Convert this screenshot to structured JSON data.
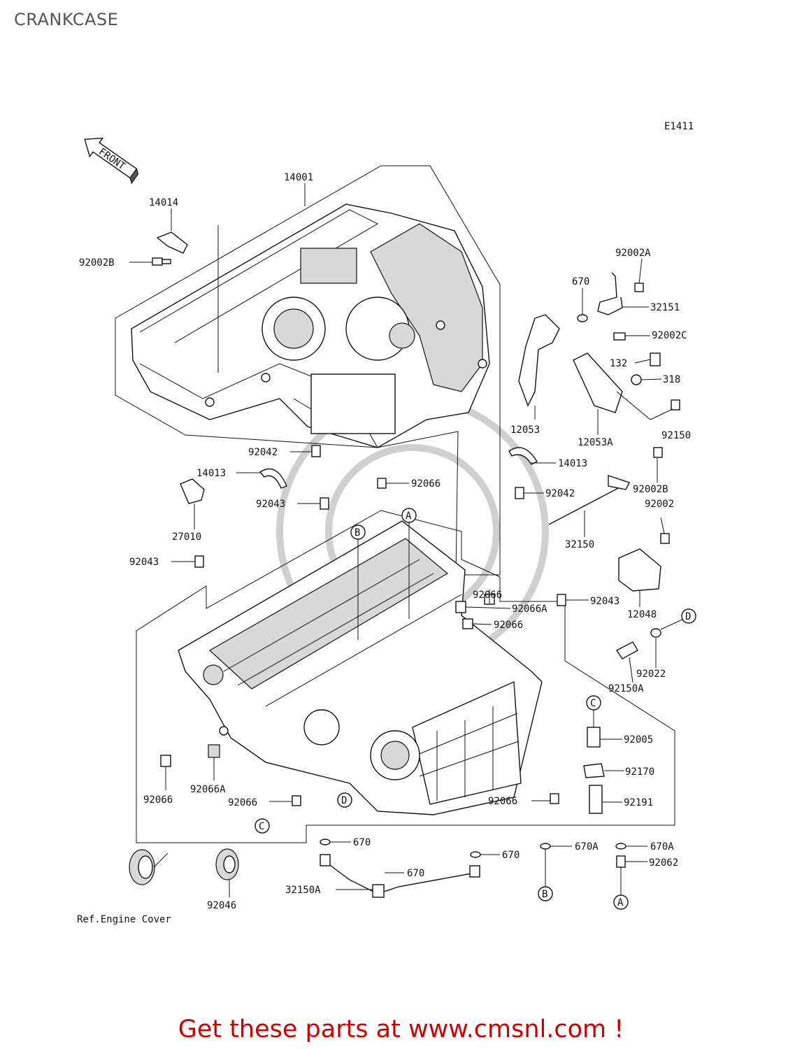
{
  "page": {
    "title": "CRANKCASE"
  },
  "diagram": {
    "code": "E1411",
    "front_label": "FRONT",
    "ref_note": "Ref.Engine Cover",
    "markers": [
      "A",
      "B",
      "C",
      "D"
    ],
    "callouts": [
      "14001",
      "14014",
      "92002B",
      "92002A",
      "670",
      "32151",
      "92002C",
      "132",
      "318",
      "12053",
      "12053A",
      "92150",
      "92042",
      "14013",
      "92066",
      "92043",
      "27010",
      "92002B",
      "92002",
      "32150",
      "92042",
      "14013",
      "92043",
      "92066",
      "92066A",
      "92066",
      "92043",
      "12048",
      "92150A",
      "92022",
      "92005",
      "92170",
      "92191",
      "92066",
      "92066A",
      "92066",
      "92066",
      "670",
      "670",
      "670",
      "670A",
      "670A",
      "92062",
      "32150A",
      "92046"
    ]
  },
  "footer": {
    "text": "Get these parts at www.cmsnl.com !"
  },
  "colors": {
    "title": "#555555",
    "footer": "#cc0000",
    "lines": "#111111"
  }
}
